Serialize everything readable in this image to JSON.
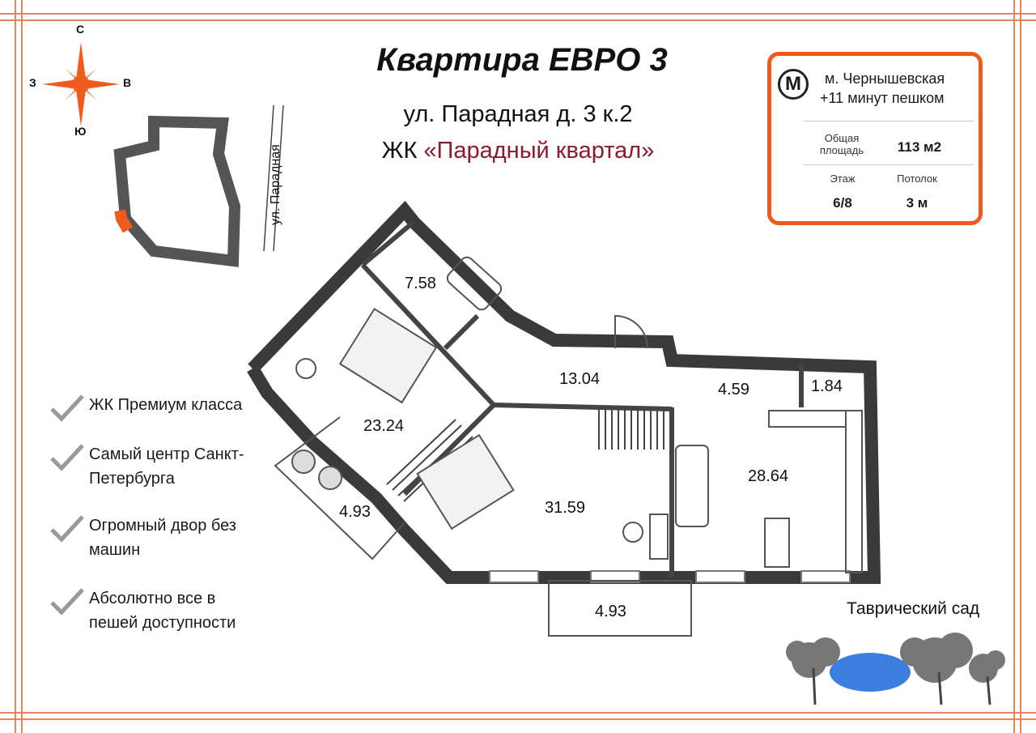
{
  "header": {
    "title": "Квартира ЕВРО 3",
    "address": "ул. Парадная д. 3 к.2",
    "complex_prefix": "ЖК",
    "complex_name": "«Парадный квартал»"
  },
  "compass": {
    "north": "С",
    "south": "Ю",
    "west": "З",
    "east": "В"
  },
  "map": {
    "street_label": "ул. Парадная"
  },
  "info_card": {
    "metro_logo": "M",
    "metro_station": "м. Чернышевская",
    "walk_time": "+11 минут пешком",
    "area_label": "Общая площадь",
    "area_value": "113 м2",
    "floor_label": "Этаж",
    "floor_value": "6/8",
    "ceiling_label": "Потолок",
    "ceiling_value": "3 м",
    "accent_color": "#f05a1e"
  },
  "features": [
    "ЖК Премиум класса",
    "Самый центр Санкт-Петербурга",
    "Огромный двор без машин",
    "Абсолютно все в пешей доступности"
  ],
  "rooms": {
    "bathroom": "7.58",
    "bedroom1": "23.24",
    "balcony1": "4.93",
    "hall": "13.04",
    "corridor": "4.59",
    "wc": "1.84",
    "bedroom2": "31.59",
    "living": "28.64",
    "balcony2": "4.93"
  },
  "park": {
    "label": "Таврический сад"
  },
  "colors": {
    "frame": "#e9825a",
    "wall": "#3a3a3a",
    "complex_name": "#8a1a2c",
    "pond": "#3a7fe0"
  }
}
